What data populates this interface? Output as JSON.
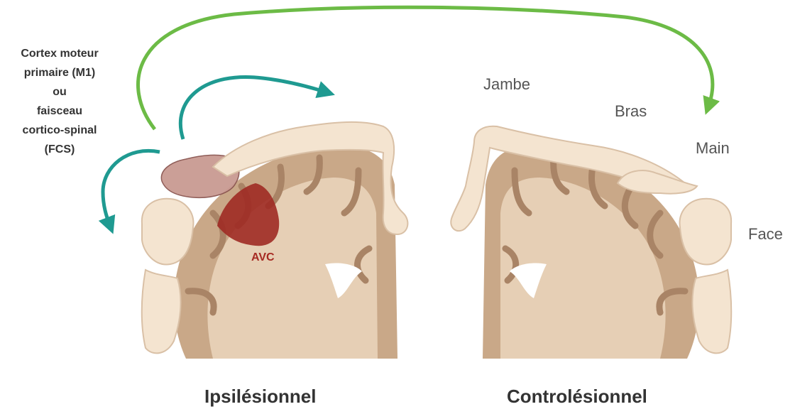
{
  "left_label_lines": [
    "Cortex moteur",
    "primaire (M1)",
    "ou",
    "faisceau",
    "cortico-spinal",
    "(FCS)"
  ],
  "lesion_label": "AVC",
  "body_labels": {
    "leg": "Jambe",
    "arm": "Bras",
    "hand": "Main",
    "face": "Face"
  },
  "hemisphere_titles": {
    "left": "Ipsilésionnel",
    "right": "Controlésionnel"
  },
  "colors": {
    "cortex_tan": "#c9a888",
    "cortex_light": "#e6cfb5",
    "cortex_sulcus": "#a98466",
    "homunculus_skin": "#f4e4d0",
    "homunculus_outline": "#d9c0a6",
    "lesion": "#9e2a23",
    "m1_pink": "#c99a92",
    "arrow_teal": "#1f9a91",
    "arrow_green": "#6cbb46"
  }
}
